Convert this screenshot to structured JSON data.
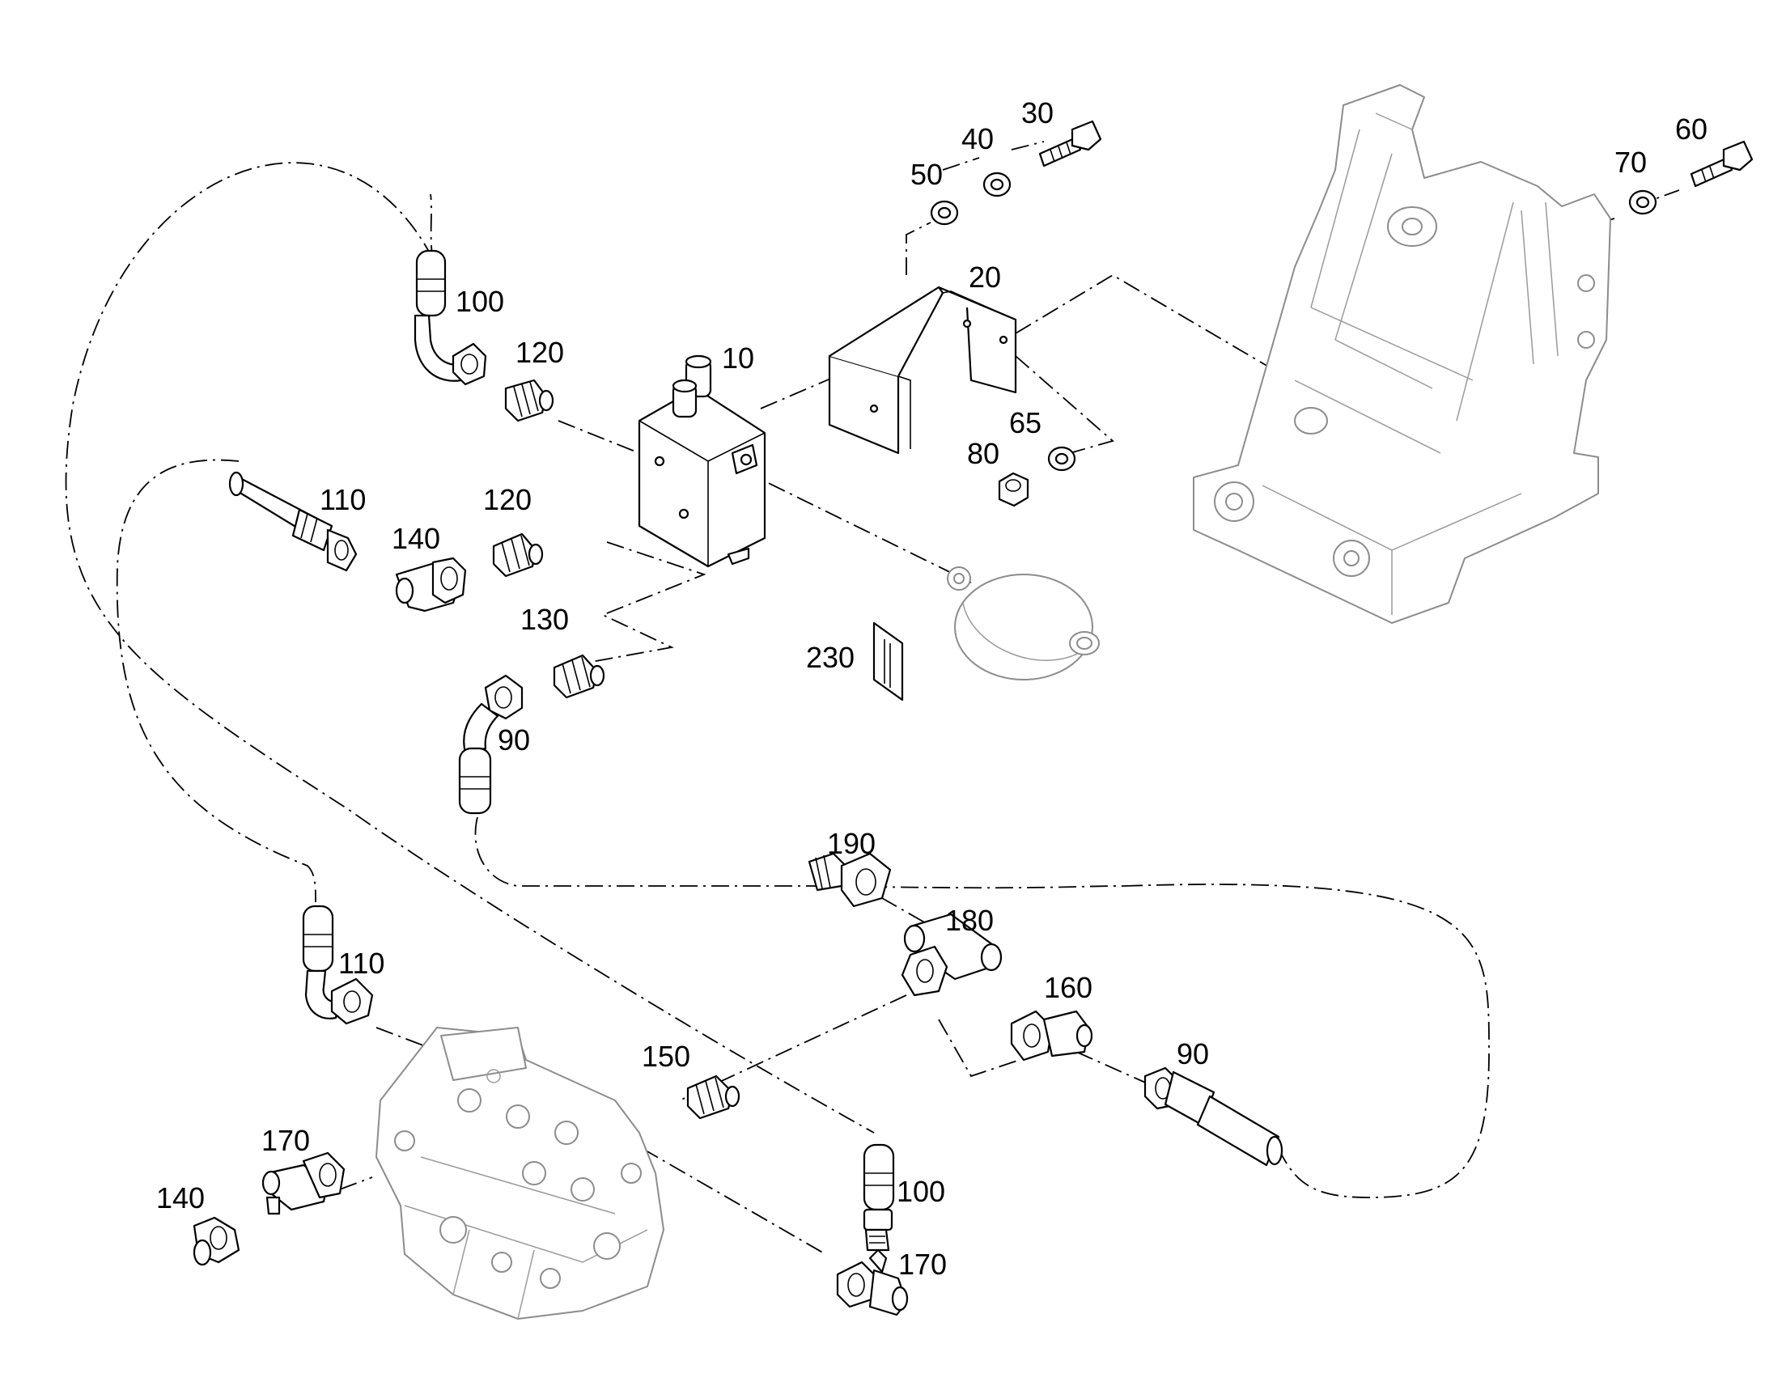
{
  "callouts": {
    "c10": "10",
    "c20": "20",
    "c30": "30",
    "c40": "40",
    "c50": "50",
    "c60": "60",
    "c65": "65",
    "c70": "70",
    "c80": "80",
    "c90_top": "90",
    "c90_bottom": "90",
    "c100_top": "100",
    "c100_bottom": "100",
    "c110_top": "110",
    "c110_bottom": "110",
    "c120_top": "120",
    "c120_mid": "120",
    "c130": "130",
    "c140_top": "140",
    "c140_bottom": "140",
    "c150": "150",
    "c160": "160",
    "c170_left": "170",
    "c170_right": "170",
    "c180": "180",
    "c190": "190",
    "c230": "230"
  }
}
